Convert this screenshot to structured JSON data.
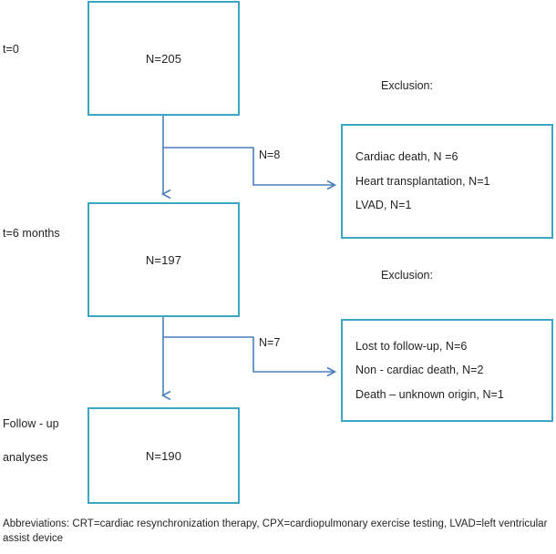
{
  "figure": {
    "type": "study-flow-diagram",
    "colors": {
      "box_border": "#3ba5c4",
      "connector": "#4a7ebb",
      "text": "#231f20",
      "background": "#ffffff"
    }
  },
  "stage_labels": [
    {
      "id": "t0",
      "text": "t=0"
    },
    {
      "id": "t6",
      "text": "t=6 months"
    },
    {
      "id": "followup_1",
      "text": "Follow - up"
    },
    {
      "id": "followup_2",
      "text": "analyses"
    }
  ],
  "nodes": [
    {
      "id": "baseline",
      "label": "N=205"
    },
    {
      "id": "six_months",
      "label": "N=197"
    },
    {
      "id": "final",
      "label": "N=190"
    }
  ],
  "branches": [
    {
      "id": "branch_1",
      "label": "N=8"
    },
    {
      "id": "branch_2",
      "label": "N=7"
    }
  ],
  "exclusion_headings": [
    {
      "id": "heading_1",
      "text": "Exclusion:"
    },
    {
      "id": "heading_2",
      "text": "Exclusion:"
    }
  ],
  "exclusion_boxes": [
    {
      "id": "exclusion_1",
      "lines": [
        "Cardiac death, N =6",
        "Heart transplantation, N=1",
        "LVAD, N=1"
      ]
    },
    {
      "id": "exclusion_2",
      "lines": [
        "Lost to follow-up, N=6",
        "Non - cardiac death, N=2",
        "Death – unknown origin, N=1"
      ]
    }
  ],
  "footnote": {
    "text": "Abbreviations: CRT=cardiac resynchronization therapy, CPX=cardiopulmonary exercise testing, LVAD=left ventricular assist device"
  }
}
